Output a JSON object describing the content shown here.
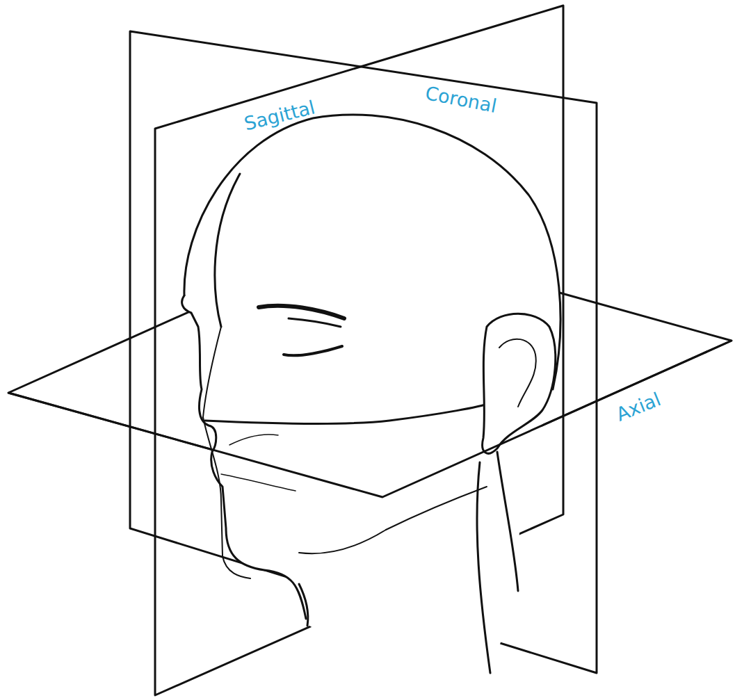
{
  "diagram": {
    "labels": [
      "Sagittal",
      "Coronal",
      "Axial"
    ]
  }
}
